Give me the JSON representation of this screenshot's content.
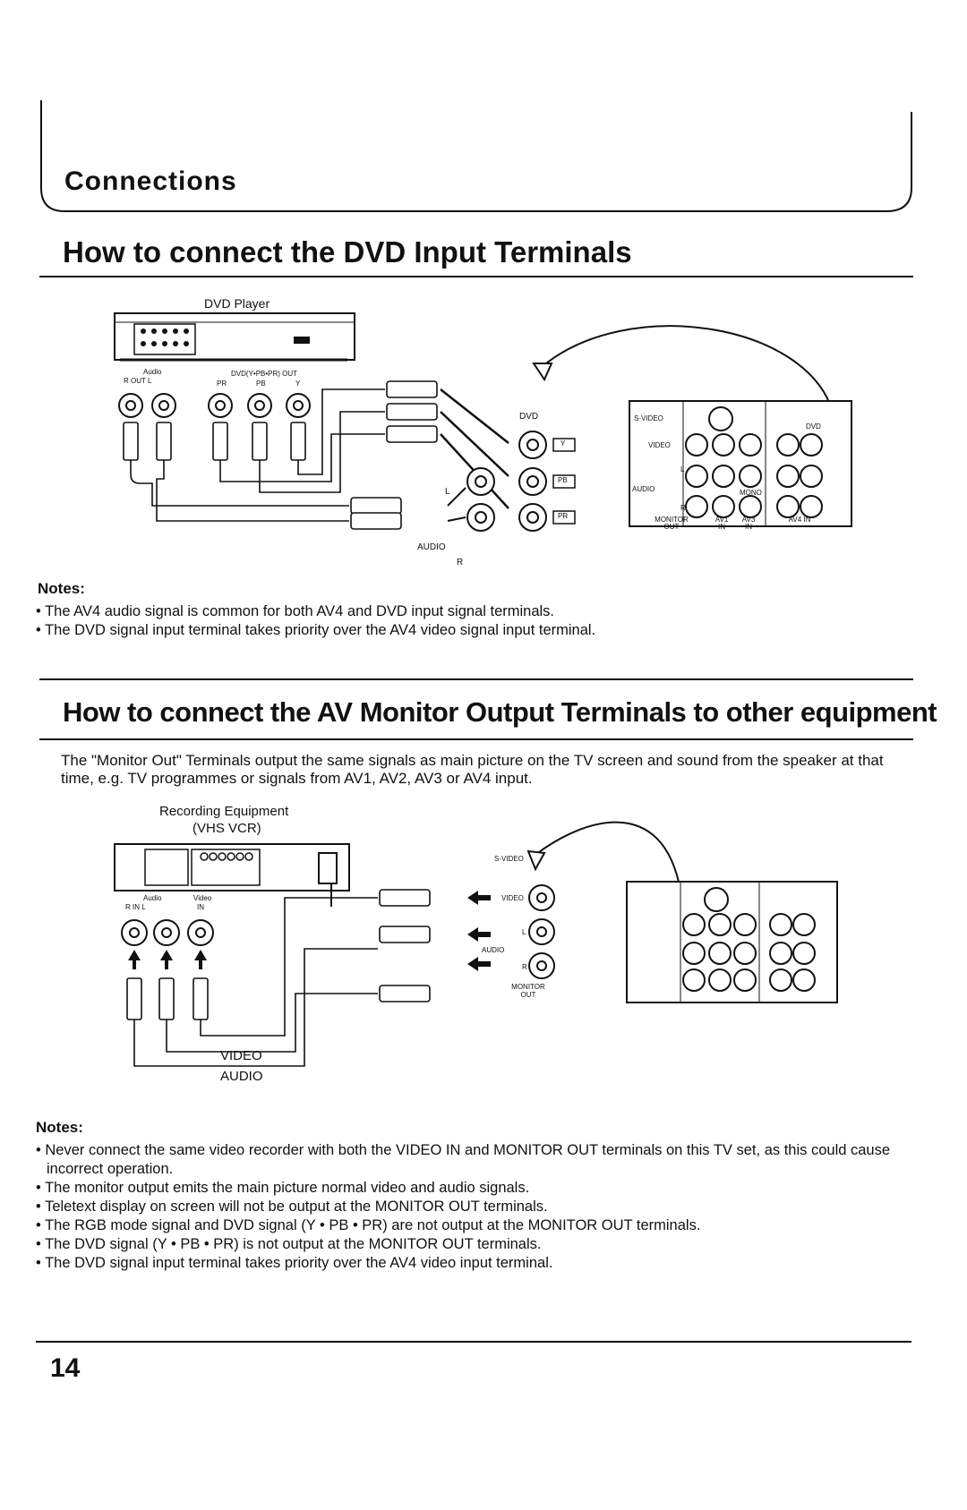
{
  "header": {
    "title": "Connections"
  },
  "section1": {
    "title": "How to connect the DVD Input Terminals",
    "diagram": {
      "device_label": "DVD Player",
      "audio_out_label": "Audio",
      "r_out_l_label": "R  OUT  L",
      "dvd_out_label": "DVD(Y•PB•PR) OUT",
      "pr_label": "PR",
      "pb_label": "PB",
      "y_label": "Y",
      "dvd_label": "DVD",
      "audio_label": "AUDIO",
      "l_label": "L",
      "r_label": "R",
      "y_tag": "Y",
      "pb_tag": "PB",
      "pr_tag": "PR",
      "panel": {
        "svideo": "S-VIDEO",
        "video": "VIDEO",
        "audio": "AUDIO",
        "l": "L",
        "r": "R",
        "mono": "MONO",
        "monitor_out": "MONITOR OUT",
        "av1_in": "AV1 IN",
        "av3_in": "AV3 IN",
        "av4_in": "AV4 IN",
        "dvd": "DVD"
      }
    },
    "notes_title": "Notes:",
    "notes": [
      "• The AV4 audio signal is common for both AV4 and DVD input signal terminals.",
      "• The DVD signal input terminal takes priority over the AV4 video signal input terminal."
    ]
  },
  "section2": {
    "title": "How to connect the AV Monitor Output Terminals to other equipment",
    "intro": "The \"Monitor Out\" Terminals output the same signals as main picture on the TV screen and sound from the speaker at that time, e.g. TV programmes or signals from AV1, AV2, AV3 or AV4 input.",
    "diagram": {
      "device_label_line1": "Recording Equipment",
      "device_label_line2": "(VHS VCR)",
      "audio_label": "Audio",
      "video_label": "Video",
      "r_in_l_label": "R  IN  L",
      "in_label": "IN",
      "svideo_label": "S-VIDEO",
      "video_jack_label": "VIDEO",
      "audio_jack_label": "AUDIO",
      "l_label": "L",
      "r_label": "R",
      "monitor_out_label": "MONITOR OUT",
      "video_cable": "VIDEO",
      "audio_cable": "AUDIO"
    },
    "notes_title": "Notes:",
    "notes": [
      "• Never connect the same video recorder with both the VIDEO IN and MONITOR OUT terminals on this TV set, as this could cause incorrect operation.",
      "• The monitor output emits the main picture normal video and audio signals.",
      "• Teletext display on screen will not be output at the MONITOR OUT terminals.",
      "• The RGB mode signal and DVD signal (Y • PB • PR) are not output at the MONITOR OUT terminals.",
      "• The DVD signal (Y • PB • PR) is not output at the MONITOR OUT terminals.",
      "• The DVD signal input terminal takes priority over the AV4 video input terminal."
    ]
  },
  "footer": {
    "page_number": "14"
  }
}
